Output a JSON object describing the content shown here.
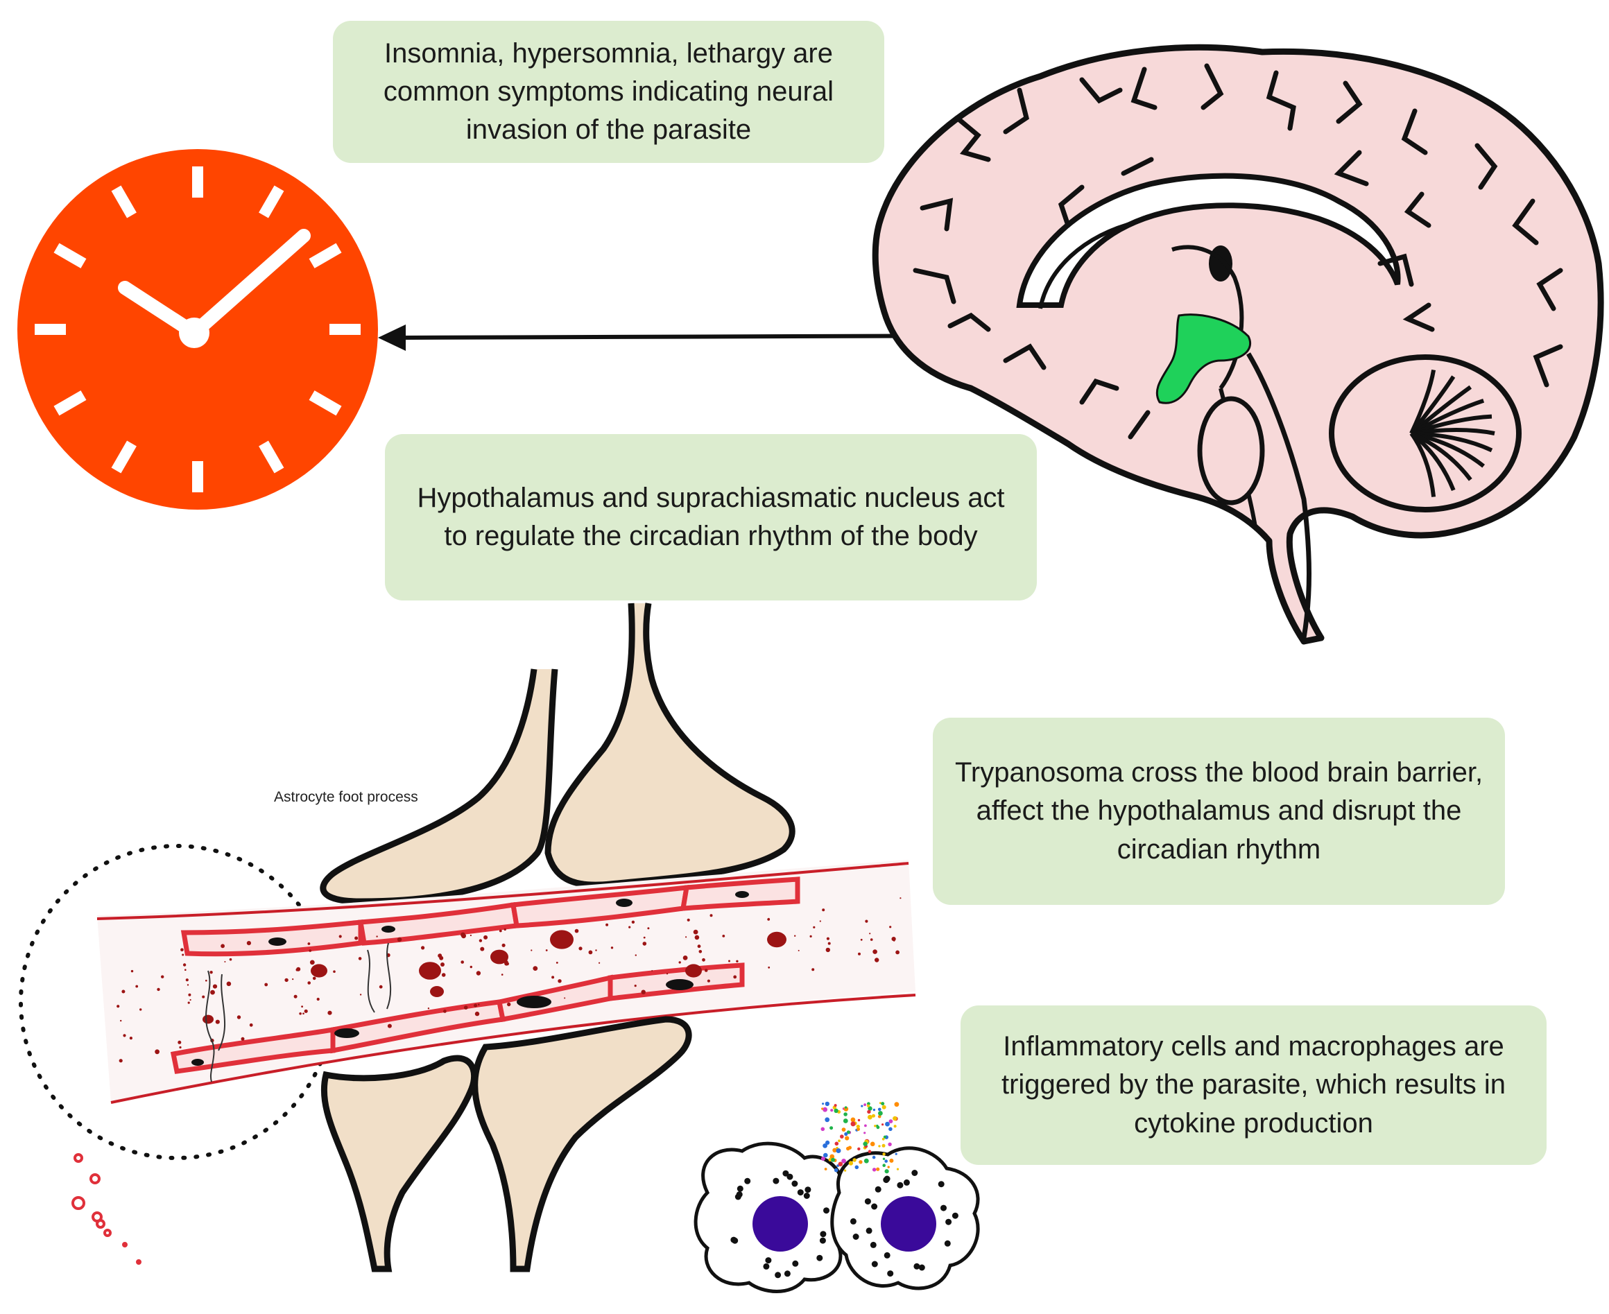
{
  "notes": {
    "symptoms": "Insomnia, hypersomnia, lethargy are common symptoms indicating neural invasion of the parasite",
    "hypothalamus": "Hypothalamus and suprachiasmatic nucleus act to regulate the circadian rhythm of the body",
    "trypanosoma": "Trypanosoma cross the blood brain barrier, affect the hypothalamus and disrupt the circadian rhythm",
    "inflammation": "Inflammatory cells and macrophages are triggered by the parasite, which results in cytokine production"
  },
  "labels": {
    "astrocyte": "Astrocyte foot process"
  },
  "colors": {
    "note_background": "#dceccf",
    "clock_face": "#ff4500",
    "hypothalamus_highlight": "#1fd15a",
    "brain_tint": "#f7d9d9",
    "astrocyte_fill": "#f1dfc8",
    "vessel_red": "#e0303a",
    "blood_cell": "#9c1414",
    "macrophage_nucleus": "#3a0a9a"
  },
  "icons": {
    "clock": "clock-icon",
    "brain": "brain-sagittal-icon",
    "arrow": "arrow-left-icon",
    "blood_vessel": "blood-vessel-icon",
    "macrophage": "macrophage-cell-icon"
  }
}
